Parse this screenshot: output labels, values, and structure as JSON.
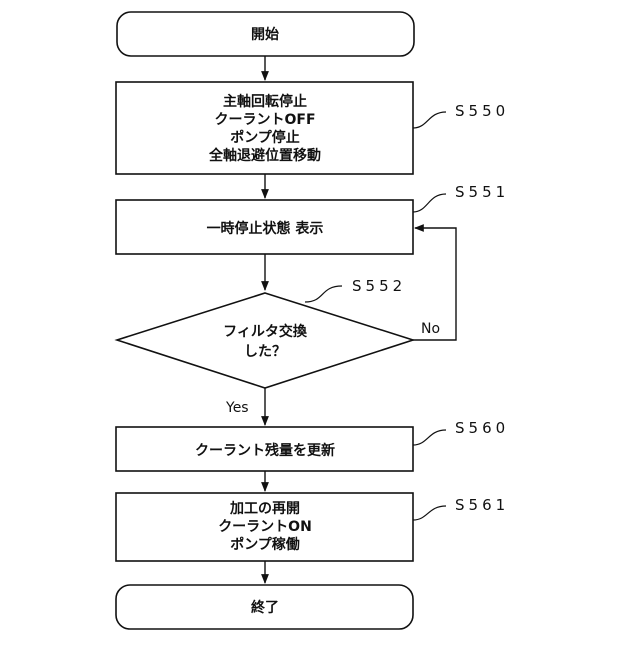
{
  "nodes": {
    "start": {
      "lines": [
        "開始"
      ]
    },
    "s550": {
      "lines": [
        "主軸回転停止",
        "クーラントOFF",
        "ポンプ停止",
        "全軸退避位置移動"
      ],
      "step": "S550"
    },
    "s551": {
      "lines": [
        "一時停止状態 表示"
      ],
      "step": "S551"
    },
    "s552": {
      "lines": [
        "フィルタ交換",
        "した？"
      ],
      "step": "S552"
    },
    "s560": {
      "lines": [
        "クーラント残量を更新"
      ],
      "step": "S560"
    },
    "s561": {
      "lines": [
        "加工の再開",
        "クーラントON",
        "ポンプ稼働"
      ],
      "step": "S561"
    },
    "end": {
      "lines": [
        "終了"
      ]
    }
  },
  "branches": {
    "yes": "Yes",
    "no": "No"
  }
}
